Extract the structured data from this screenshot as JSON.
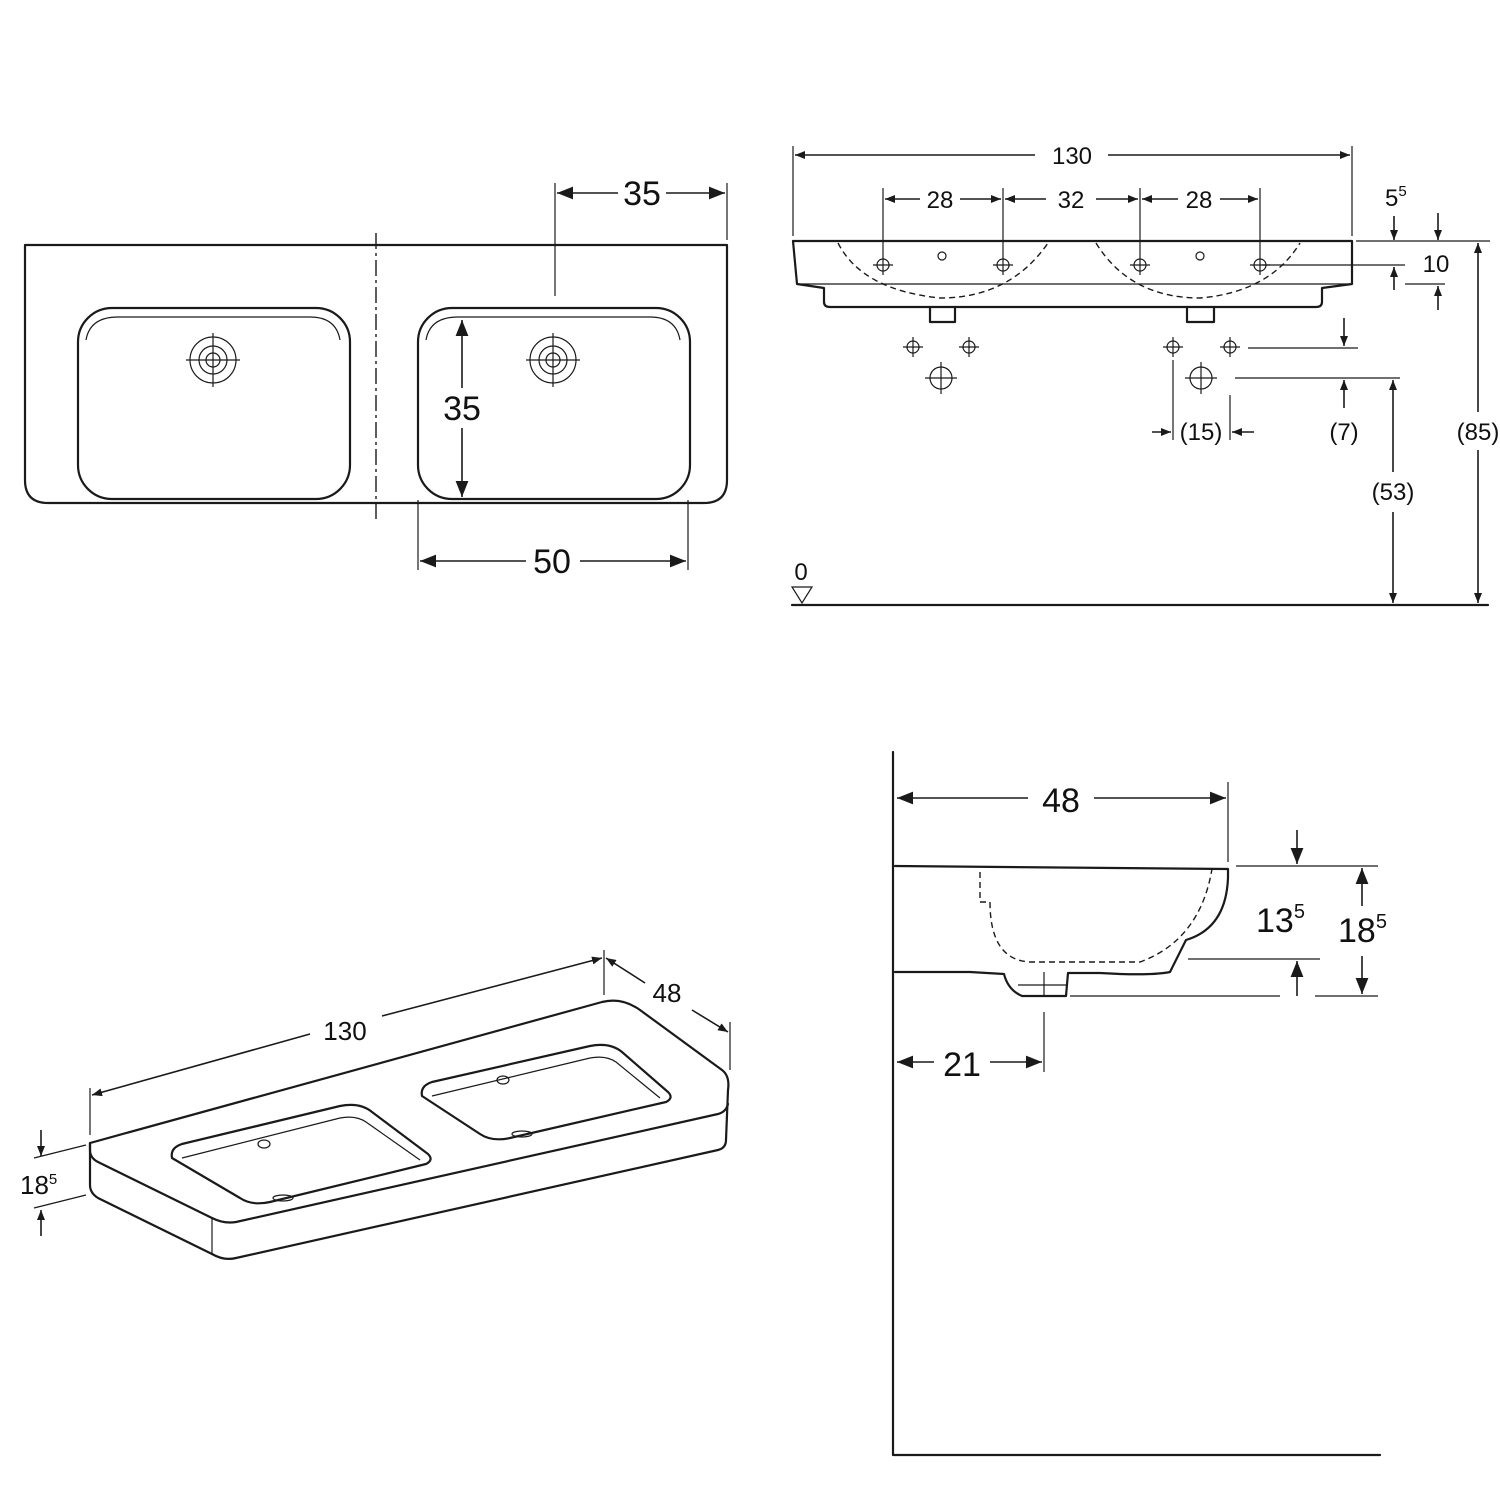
{
  "top_view": {
    "width_bowl_offset": "35",
    "bowl_depth": "35",
    "bowl_width": "50"
  },
  "front_view": {
    "overall_width": "130",
    "tap_spacing_left": "28",
    "tap_spacing_middle": "32",
    "tap_spacing_right": "28",
    "rim_offset": "5",
    "rim_offset_sup": "5",
    "rim_height": "10",
    "trap_spacing": "(15)",
    "trap_drop": "(7)",
    "drain_height": "(53)",
    "rim_height_floor": "(85)",
    "floor_level": "0"
  },
  "perspective_view": {
    "width": "130",
    "depth": "48",
    "height": "18",
    "height_sup": "5"
  },
  "side_view": {
    "depth": "48",
    "bowl_height": "13",
    "bowl_height_sup": "5",
    "total_height": "18",
    "total_height_sup": "5",
    "drain_offset": "21"
  }
}
